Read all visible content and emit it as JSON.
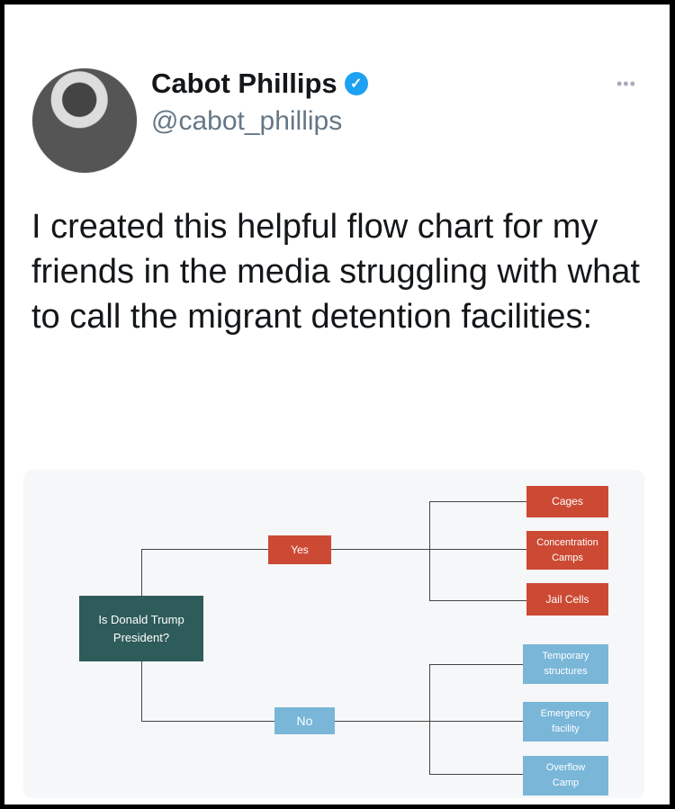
{
  "tweet": {
    "name": "Cabot Phillips",
    "handle": "@cabot_phillips",
    "more": "•••",
    "verified_icon": "✓",
    "text": "I created this helpful flow chart for my friends in the media struggling with what to call the migrant detention facilities:"
  },
  "flowchart": {
    "question": "Is Donald Trump President?",
    "yes": "Yes",
    "no": "No",
    "yes_outcomes": [
      "Cages",
      "Concentration Camps",
      "Jail Cells"
    ],
    "no_outcomes": [
      "Temporary structures",
      "Emergency facility",
      "Overflow Camp"
    ]
  }
}
